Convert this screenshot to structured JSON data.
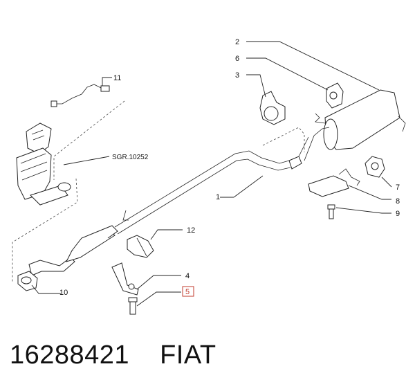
{
  "callouts": {
    "n1": "1",
    "n2": "2",
    "n3": "3",
    "n4": "4",
    "n5": "5",
    "n6": "6",
    "n7": "7",
    "n8": "8",
    "n9": "9",
    "n10": "10",
    "n11": "11",
    "n12": "12",
    "sgr": "SGR.10252"
  },
  "highlight": {
    "callout": "5",
    "color": "#c0392b"
  },
  "caption": {
    "part_number": "16288421",
    "brand": "FIAT"
  }
}
